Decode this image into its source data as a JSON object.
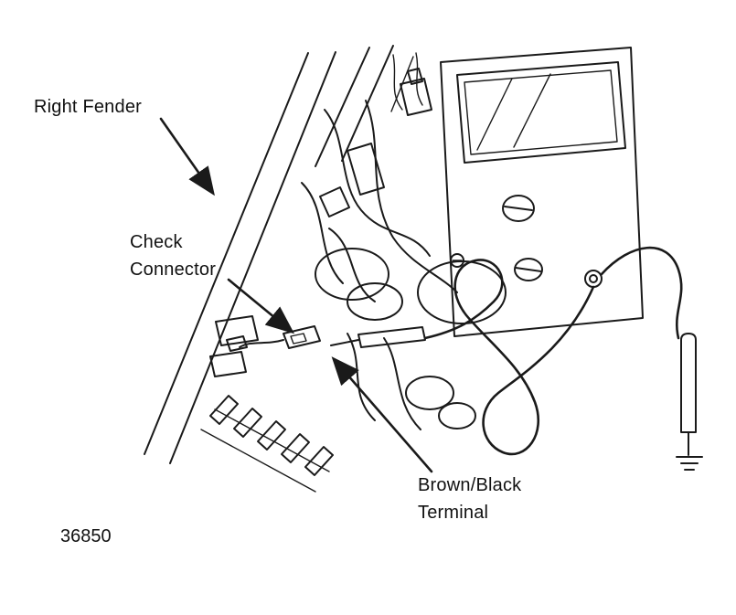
{
  "figure": {
    "number": "36850"
  },
  "labels": {
    "right_fender": "Right Fender",
    "check_connector": "Check\nConnector",
    "brown_black_terminal": "Brown/Black\nTerminal"
  },
  "diagram": {
    "parts": [
      "right-fender",
      "check-connector",
      "brown-black-terminal",
      "test-meter",
      "test-probe",
      "engine-wiring"
    ]
  },
  "colors": {
    "line": "#1a1a1a",
    "background": "#ffffff"
  }
}
